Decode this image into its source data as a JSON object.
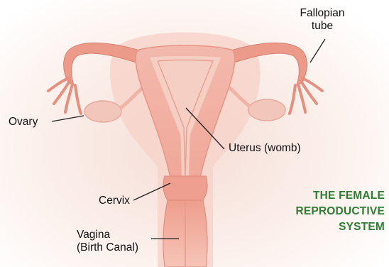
{
  "labels": {
    "fallopian_tube_line1": "Fallopian",
    "fallopian_tube_line2": "tube",
    "ovary": "Ovary",
    "uterus": "Uterus (womb)",
    "cervix": "Cervix",
    "vagina_line1": "Vagina",
    "vagina_line2": "(Birth Canal)"
  },
  "title": {
    "line1": "THE FEMALE",
    "line2": "REPRODUCTIVE",
    "line3": "SYSTEM"
  },
  "colors": {
    "title": "#2e7d32",
    "tissue": "#f0a899",
    "background_glow": "#f6ddd6"
  }
}
